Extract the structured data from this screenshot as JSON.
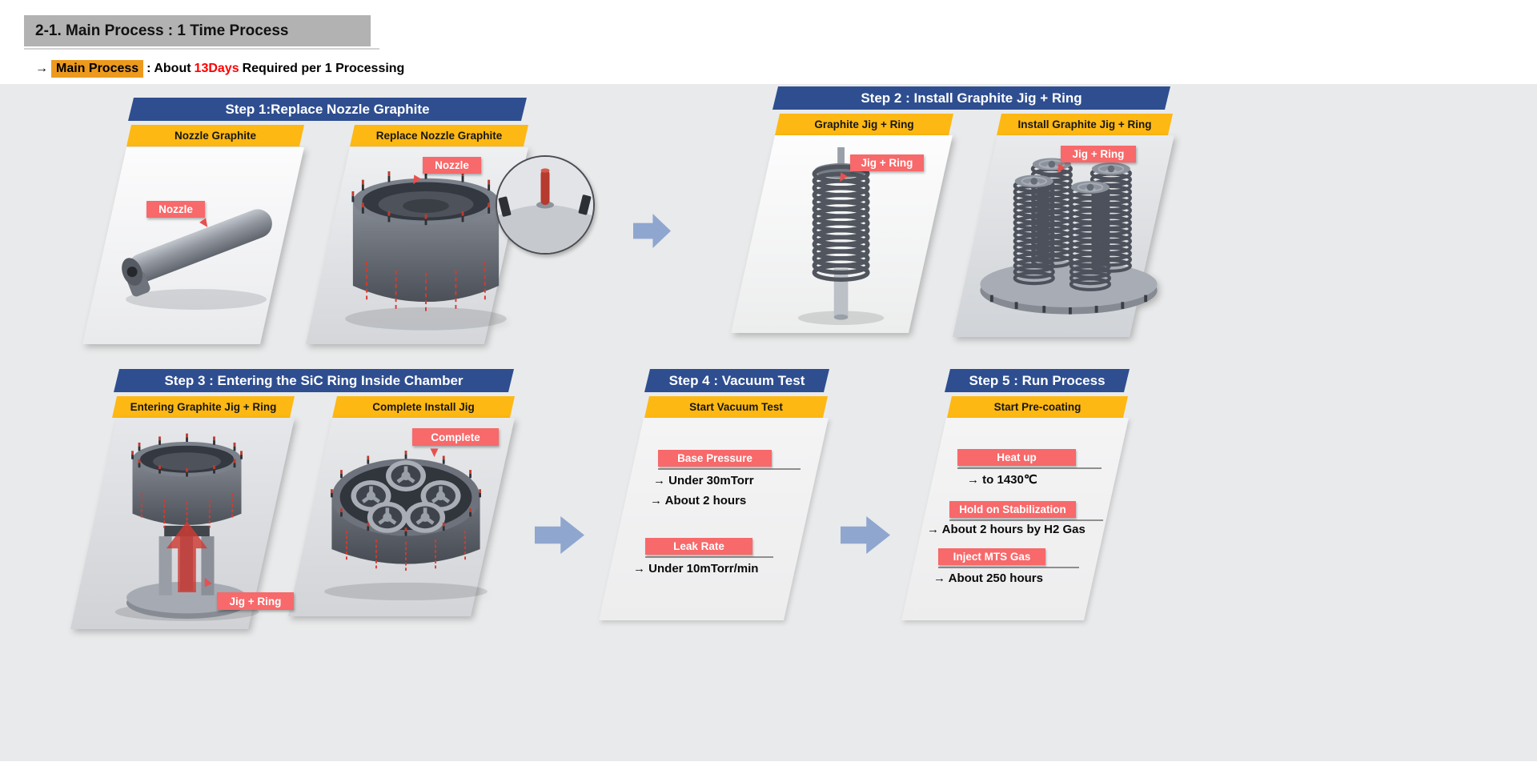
{
  "page": {
    "title": "2-1. Main Process : 1 Time Process",
    "subtitle": {
      "arrow": "→",
      "highlight": "Main Process",
      "mid": ": About",
      "days": "13Days",
      "rest": "Required per 1 Processing"
    }
  },
  "colors": {
    "step_header_blue": "#2e4e90",
    "panel_header_yellow": "#fdb813",
    "badge_red": "#f7696a",
    "highlight_orange": "#ec9a1e",
    "accent_red_text": "#ff0000",
    "flow_arrow_blue": "#8fa6cf",
    "canvas_gray": "#e9eaeb"
  },
  "steps": [
    {
      "title": "Step 1:Replace Nozzle Graphite",
      "panels": [
        {
          "header": "Nozzle Graphite",
          "badge": "Nozzle"
        },
        {
          "header": "Replace Nozzle Graphite",
          "badge": "Nozzle"
        }
      ]
    },
    {
      "title": "Step 2 : Install Graphite Jig + Ring",
      "panels": [
        {
          "header": "Graphite Jig + Ring",
          "badge": "Jig + Ring"
        },
        {
          "header": "Install Graphite Jig + Ring",
          "badge": "Jig + Ring"
        }
      ]
    },
    {
      "title": "Step 3 : Entering the SiC Ring Inside Chamber",
      "panels": [
        {
          "header": "Entering Graphite Jig + Ring",
          "badge": "Jig + Ring"
        },
        {
          "header": "Complete Install Jig",
          "badge": "Complete"
        }
      ]
    },
    {
      "title": "Step 4 : Vacuum Test",
      "panel_header": "Start Vacuum Test",
      "sections": [
        {
          "badge": "Base Pressure",
          "items": [
            "→ Under 30mTorr",
            "→ About 2 hours"
          ]
        },
        {
          "badge": "Leak Rate",
          "items": [
            "→ Under 10mTorr/min"
          ]
        }
      ]
    },
    {
      "title": "Step 5 : Run Process",
      "panel_header": "Start Pre-coating",
      "sections": [
        {
          "badge": "Heat up",
          "items": [
            "→ to 1430℃"
          ]
        },
        {
          "badge": "Hold on Stabilization",
          "items": [
            "→ About 2 hours by H2 Gas"
          ]
        },
        {
          "badge": "Inject MTS Gas",
          "items": [
            "→ About 250 hours"
          ]
        }
      ]
    }
  ]
}
